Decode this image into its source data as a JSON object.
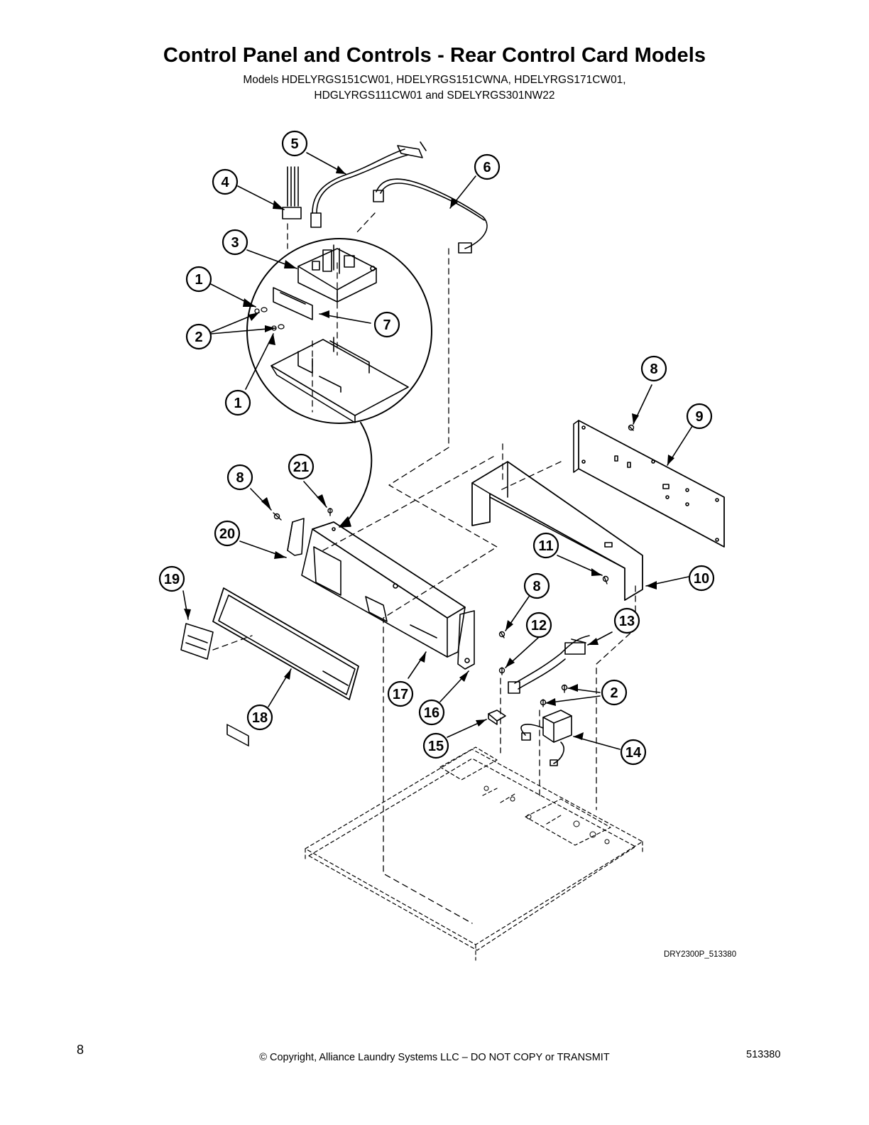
{
  "header": {
    "title": "Control Panel and Controls - Rear Control Card Models",
    "models_line1": "Models HDELYRGS151CW01, HDELYRGS151CWNA, HDELYRGS171CW01,",
    "models_line2": "HDGLYRGS111CW01 and SDELYRGS301NW22"
  },
  "diagram": {
    "drawing_id": "DRY2300P_513380",
    "callouts": [
      "5",
      "6",
      "4",
      "3",
      "1",
      "7",
      "2",
      "1",
      "8",
      "9",
      "8",
      "21",
      "20",
      "11",
      "10",
      "19",
      "8",
      "13",
      "12",
      "2",
      "17",
      "16",
      "18",
      "15",
      "14"
    ]
  },
  "footer": {
    "page_number": "8",
    "copyright": "© Copyright, Alliance Laundry Systems LLC – DO NOT COPY or TRANSMIT",
    "document_number": "513380"
  }
}
